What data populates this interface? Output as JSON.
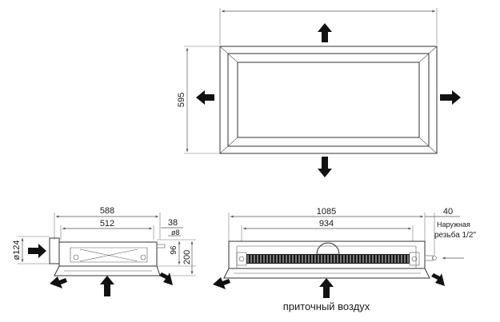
{
  "top_view": {
    "dim_height": "595"
  },
  "side_view": {
    "dim_overall": "588",
    "dim_inner": "512",
    "dim_flange": "38",
    "dim_pipe_dia": "ø8",
    "dim_96": "96",
    "dim_200": "200",
    "dim_inlet_dia": "ø124"
  },
  "front_view": {
    "dim_overall": "1085",
    "dim_inner": "934",
    "dim_offset": "40",
    "thread_label_1": "Наружная",
    "thread_label_2": "резьба 1/2\"",
    "supply_air_label": "приточный воздух"
  },
  "colors": {
    "line": "#333333",
    "arrow": "#111111",
    "grille": "#1a1a1a"
  }
}
